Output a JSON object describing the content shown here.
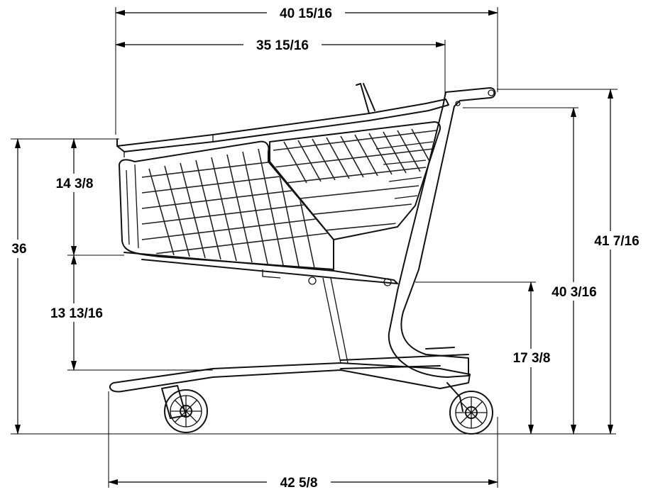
{
  "dimensions": {
    "overall_length_top": "40 15/16",
    "basket_length": "35 15/16",
    "basket_depth": "14 3/8",
    "overall_height_basket": "36",
    "basket_floor_height": "13 13/16",
    "handle_height": "41 7/16",
    "handle_lower_height": "40 3/16",
    "bottom_tray_height": "17 3/8",
    "wheelbase_length": "42 5/8"
  }
}
